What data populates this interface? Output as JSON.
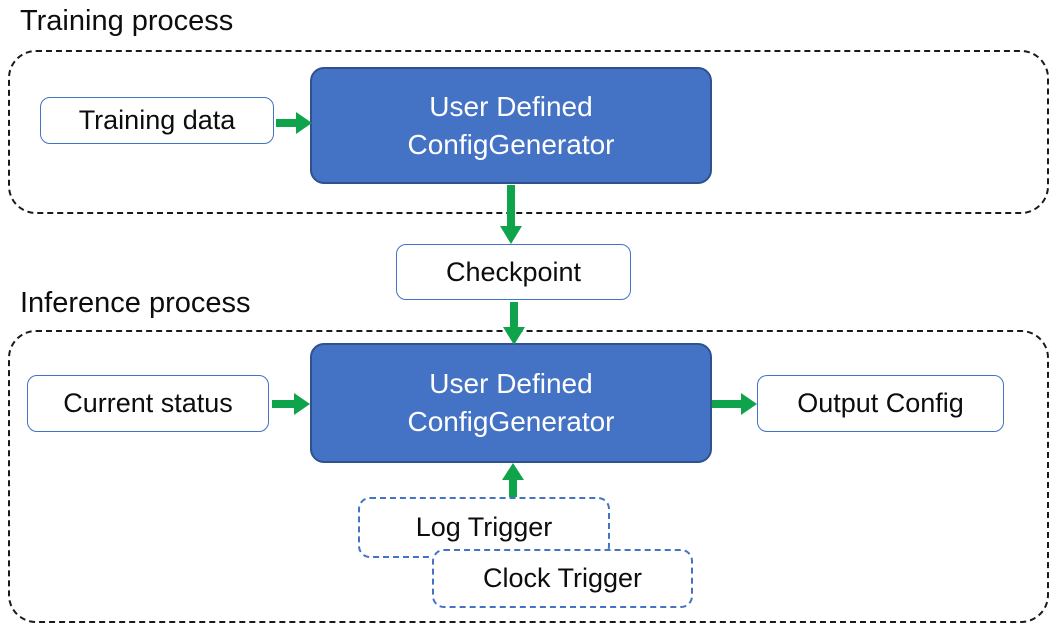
{
  "training": {
    "label": "Training process",
    "input_label": "Training data",
    "generator": {
      "line1": "User Defined",
      "line2": "ConfigGenerator"
    }
  },
  "checkpoint": {
    "label": "Checkpoint"
  },
  "inference": {
    "label": "Inference process",
    "input_label": "Current status",
    "generator": {
      "line1": "User Defined",
      "line2": "ConfigGenerator"
    },
    "output_label": "Output Config",
    "log_trigger_label": "Log Trigger",
    "clock_trigger_label": "Clock Trigger"
  },
  "colors": {
    "box_fill": "#4472C4",
    "box_border": "#2F528F",
    "light_border": "#4472C4",
    "arrow_green": "#0FA44C",
    "dash_black": "#1a1a1a"
  }
}
